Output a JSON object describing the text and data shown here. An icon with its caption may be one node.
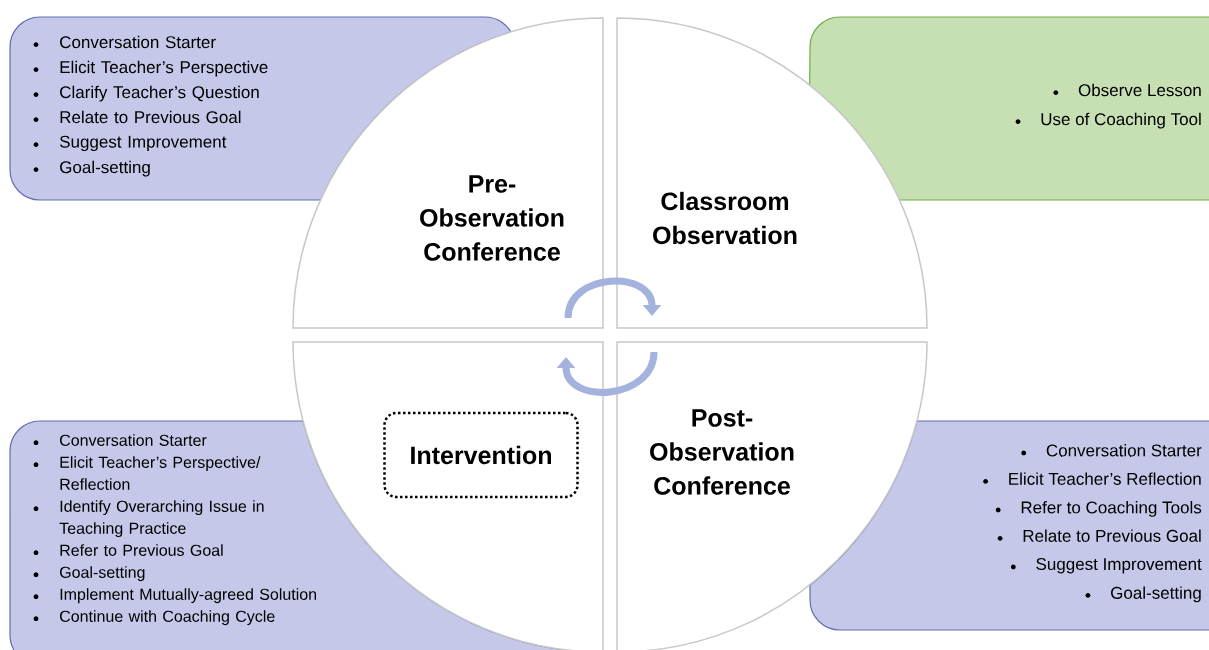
{
  "diagram": {
    "nodes": [
      {
        "text": [
          "Conversation Starter",
          "Elicit Teacher’s Perspective",
          "Clarify Teacher’s Question",
          "Relate to Previous Goal",
          "Suggest Improvement",
          "Goal-setting"
        ]
      },
      {
        "text": [
          "Pre- Observation Conference"
        ]
      },
      {
        "text": [
          "Classroom Observation"
        ]
      },
      {
        "text": [
          "Observe Lesson",
          "Use of Coaching Tool"
        ]
      },
      {
        "text": [
          "Conversation Starter",
          "Elicit Teacher’s Perspective/ Reflection",
          "Identify Overarching Issue in Teaching Practice",
          "Refer to Previous Goal",
          "Goal-setting",
          "Implement Mutually-agreed Solution",
          "Continue with Coaching Cycle"
        ]
      },
      {
        "text": [],
        "shape": "sector"
      },
      {
        "text": [
          "Intervention"
        ],
        "in": 5
      },
      {
        "text": [
          "Post- Observation Conference"
        ]
      },
      {
        "text": [
          "Conversation Starter",
          "Elicit Teacher’s Reflection",
          "Refer to Coaching Tools",
          "Relate to Previous Goal",
          "Suggest Improvement",
          "Goal-setting"
        ]
      }
    ],
    "edges": [
      {
        "from": 1,
        "to": 2,
        "arrow": "to"
      },
      {
        "from": 7,
        "to": 5,
        "arrow": "to"
      }
    ]
  }
}
